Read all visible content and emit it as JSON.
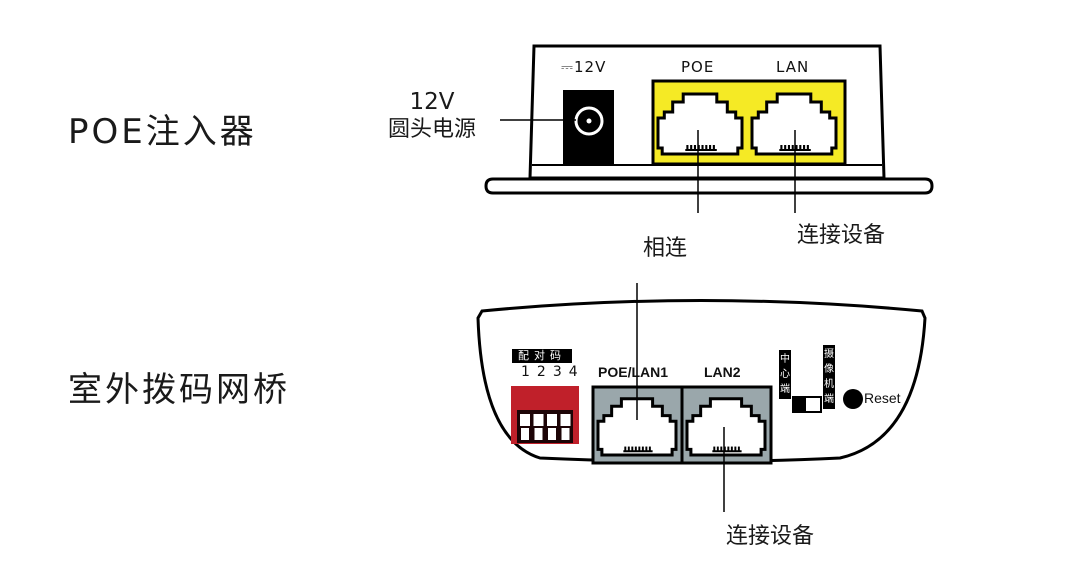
{
  "injector": {
    "title": "POE注入器",
    "power_callout_line1": "12V",
    "power_callout_line2": "圆头电源",
    "dc_label": "12V",
    "dc_symbol": "⎓",
    "port_labels": [
      "POE",
      "LAN"
    ],
    "callout_connected": "相连",
    "callout_device": "连接设备",
    "port_block_color": "#f5ea25"
  },
  "bridge": {
    "title": "室外拨码网桥",
    "pair_code_label": "配对码",
    "dip_numbers": [
      "1",
      "2",
      "3",
      "4"
    ],
    "dip_color": "#c0202a",
    "port_labels": [
      "POE/LAN1",
      "LAN2"
    ],
    "port_block_color": "#9aa7ab",
    "switch_left_label": [
      "中",
      "心",
      "端"
    ],
    "switch_right_label": [
      "摄",
      "像",
      "机",
      "端"
    ],
    "reset_label": "Reset",
    "callout_device": "连接设备"
  }
}
